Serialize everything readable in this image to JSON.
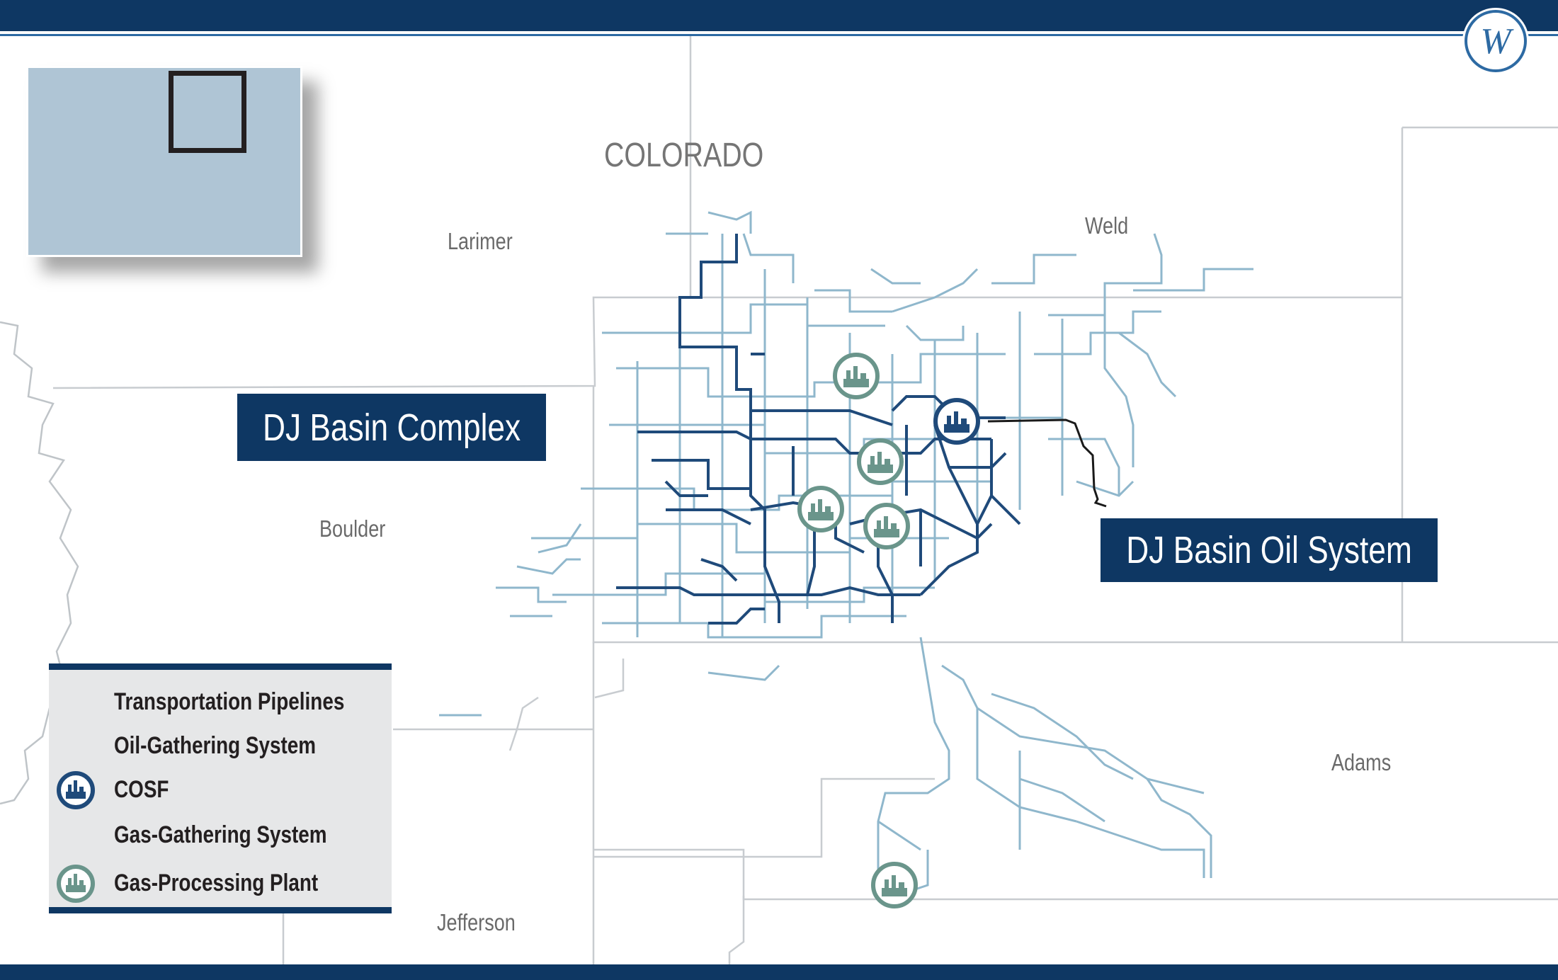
{
  "map": {
    "state": "COLORADO",
    "counties": [
      "Larimer",
      "Weld",
      "Boulder",
      "Adams",
      "Jefferson"
    ],
    "callouts": {
      "complex": "DJ Basin Complex",
      "oil_system": "DJ Basin Oil System"
    }
  },
  "legend": {
    "items": [
      {
        "label": "Transportation Pipelines",
        "symbol": "black-line"
      },
      {
        "label": "Oil-Gathering System",
        "symbol": "dark-blue-line"
      },
      {
        "label": "COSF",
        "symbol": "cosf-icon"
      },
      {
        "label": "Gas-Gathering System",
        "symbol": "light-blue-line"
      },
      {
        "label": "Gas-Processing Plant",
        "symbol": "gas-plant-icon"
      }
    ]
  },
  "colors": {
    "brand_navy": "#0e3763",
    "oil_gathering": "#1f4a7a",
    "gas_gathering": "#8fb7cc",
    "transportation": "#1a1a1a",
    "plant": "#6a958b",
    "county_border": "#c8ccd0",
    "inset": "#afc5d5"
  },
  "logo": {
    "icon": "company-w-logo-icon"
  }
}
